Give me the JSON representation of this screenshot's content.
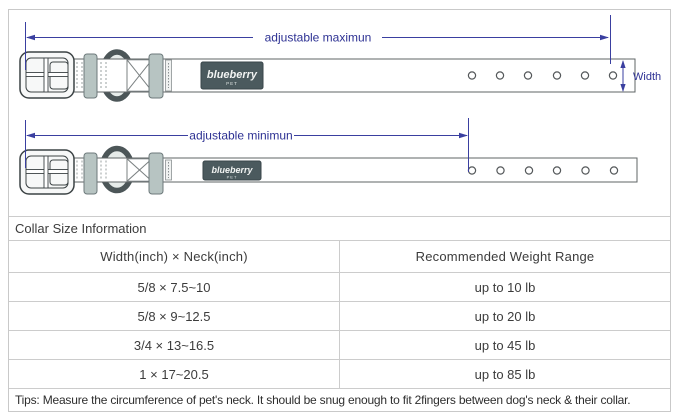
{
  "diagram": {
    "max_label": "adjustable maximun",
    "min_label": "adjustable minimun",
    "width_label": "Width",
    "brand": "blueberry",
    "brand_sub": "PET",
    "accent_color": "#2d3193",
    "hole_count_per_collar": 6
  },
  "table": {
    "title": "Collar Size Information",
    "columns": {
      "size": "Width(inch)  ×  Neck(inch)",
      "weight": "Recommended Weight Range"
    },
    "rows": [
      {
        "size": "5/8 × 7.5~10",
        "weight": "up to 10 lb"
      },
      {
        "size": "5/8 × 9~12.5",
        "weight": "up to 20 lb"
      },
      {
        "size": "3/4 × 13~16.5",
        "weight": "up to 45 lb"
      },
      {
        "size": "1 × 17~20.5",
        "weight": "up to 85 lb"
      }
    ],
    "tips": "Tips: Measure the circumference of pet's neck. It should be snug enough to fit 2fingers between dog's neck & their collar."
  },
  "colors": {
    "accent_blue": "#2d3193",
    "table_line": "#cccccc",
    "patch_fill": "#4b5a5e",
    "keeper_fill": "#b7c4c2"
  }
}
